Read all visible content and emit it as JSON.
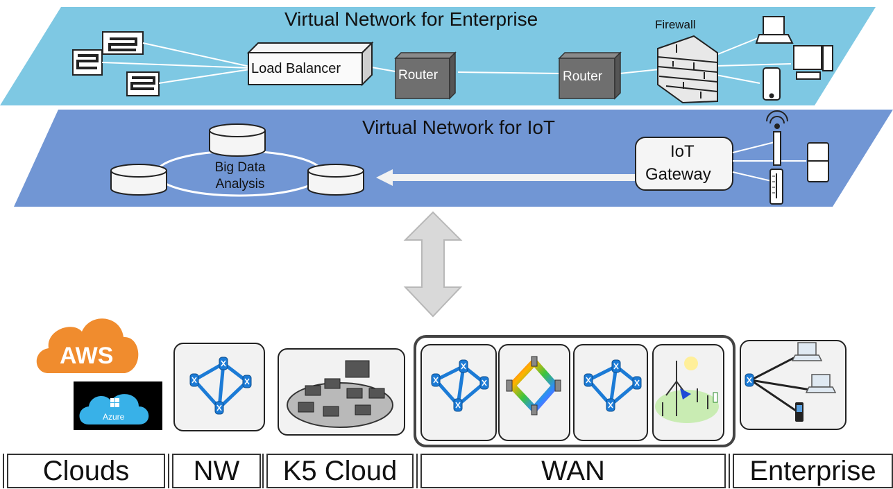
{
  "enterprise_net": {
    "title": "Virtual Network for Enterprise",
    "load_balancer": "Load Balancer",
    "router_1": "Router",
    "router_2": "Router",
    "firewall": "Firewall"
  },
  "iot_net": {
    "title": "Virtual Network for IoT",
    "big_data": "Big Data Analysis",
    "gateway_line1": "IoT",
    "gateway_line2": "Gateway"
  },
  "logos": {
    "aws": "AWS",
    "azure": "Azure"
  },
  "bottom_labels": [
    "Clouds",
    "NW",
    "K5 Cloud",
    "WAN",
    "Enterprise"
  ],
  "colors": {
    "enterprise_plane": "#7ec8e3",
    "iot_plane": "#7196d4",
    "aws_orange": "#f08c2e",
    "azure_blue": "#38b1e8",
    "tile_bg": "#f2f2f2",
    "arrow_gray": "#d9d9d9"
  }
}
